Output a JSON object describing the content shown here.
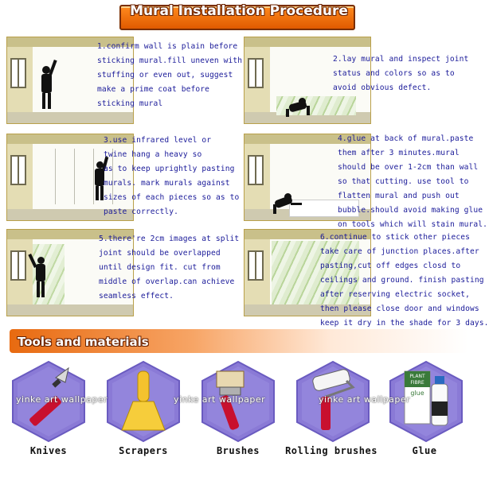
{
  "header": {
    "title": "Mural Installation Procedure"
  },
  "steps": [
    {
      "lines": [
        "1.confirm wall is plain before",
        "sticking mural.fill uneven with",
        "stuffing or even out, suggest",
        "make a prime coat before",
        "sticking mural"
      ]
    },
    {
      "lines": [
        "2.lay mural and inspect joint",
        "status and colors so as to",
        "avoid obvious defect."
      ]
    },
    {
      "lines": [
        "3.use infrared level or",
        "twine hang a heavy so",
        "as to keep uprightly pasting",
        "murals. mark murals against",
        "sizes of each pieces so as to",
        "paste correctly."
      ]
    },
    {
      "lines": [
        "4.glue at back of mural.paste",
        "them after 3 minutes.mural",
        "should be over 1-2cm than wall",
        "so that cutting. use tool to",
        "flatten mural and push out",
        "bubble.should avoid making glue",
        "on tools which will stain mural."
      ]
    },
    {
      "lines": [
        "5.there're 2cm images at split",
        "joint should be overlapped",
        "until design fit. cut from",
        "middle of overlap.can achieve",
        "seamless effect."
      ]
    },
    {
      "lines": [
        "6.continue to stick other pieces",
        "take care of junction places.after",
        "pasting,cut off edges closd to",
        "ceilings and ground. finish pasting",
        "after reserving electric socket,",
        "then please close door and windows",
        "keep it dry in the shade for 3 days."
      ]
    }
  ],
  "tools_section": {
    "title": "Tools and materials",
    "watermark": "yinke art wallpaper",
    "items": [
      {
        "label": "Knives"
      },
      {
        "label": "Scrapers"
      },
      {
        "label": "Brushes"
      },
      {
        "label": "Rolling brushes"
      },
      {
        "label": "Glue"
      }
    ],
    "glue_package_text": [
      "PLANT",
      "FIBRE",
      "glue"
    ]
  },
  "colors": {
    "banner_orange": "#f07a12",
    "text_blue": "#1a1a99",
    "carpet_purple": "#8a7ad6"
  }
}
